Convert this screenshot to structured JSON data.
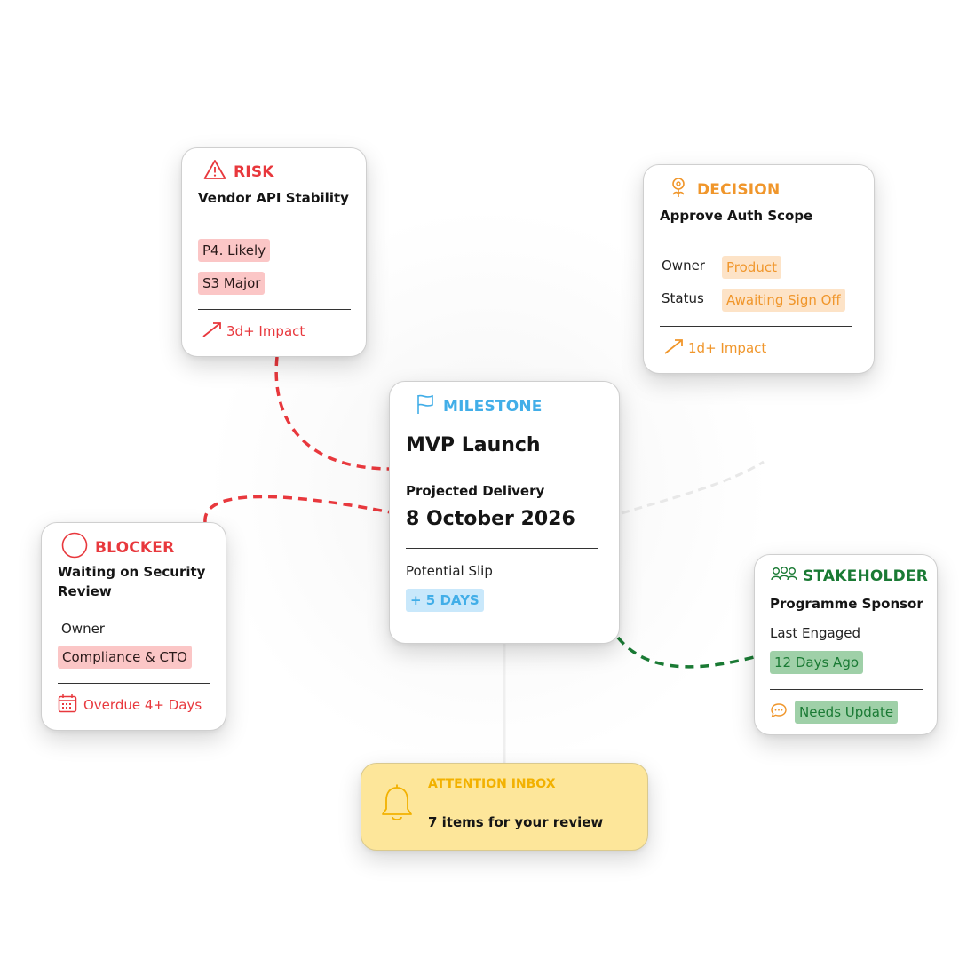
{
  "colors": {
    "risk": "#e8383d",
    "decision": "#f0962b",
    "milestone": "#42aee8",
    "stakeholder": "#1a7a34",
    "attention": "#f2b100",
    "attention_bg": "#fde69a"
  },
  "risk": {
    "icon": "warning-triangle-icon",
    "heading": "RISK",
    "title": "Vendor API Stability",
    "probability": "P4. Likely",
    "severity": "S3 Major",
    "impact": "3d+ Impact"
  },
  "decision": {
    "icon": "lightbulb-decision-icon",
    "heading": "DECISION",
    "title": "Approve Auth Scope",
    "owner_label": "Owner",
    "owner_value": "Product",
    "status_label": "Status",
    "status_value": "Awaiting Sign Off",
    "impact": "1d+ Impact"
  },
  "milestone": {
    "icon": "flag-icon",
    "heading": "MILESTONE",
    "title": "MVP Launch",
    "delivery_label": "Projected Delivery",
    "delivery_date": "8 October 2026",
    "slip_label": "Potential Slip",
    "slip_value": "+ 5 DAYS"
  },
  "blocker": {
    "icon": "circle-blocker-icon",
    "heading": "BLOCKER",
    "title": "Waiting on Security Review",
    "owner_label": "Owner",
    "owner_value": "Compliance & CTO",
    "overdue": "Overdue 4+ Days"
  },
  "stakeholder": {
    "icon": "people-group-icon",
    "heading": "STAKEHOLDER",
    "title": "Programme Sponsor",
    "engaged_label": "Last Engaged",
    "engaged_value": "12 Days Ago",
    "status": "Needs Update"
  },
  "attention": {
    "icon": "bell-icon",
    "heading": "ATTENTION INBOX",
    "message": "7 items for your review"
  }
}
